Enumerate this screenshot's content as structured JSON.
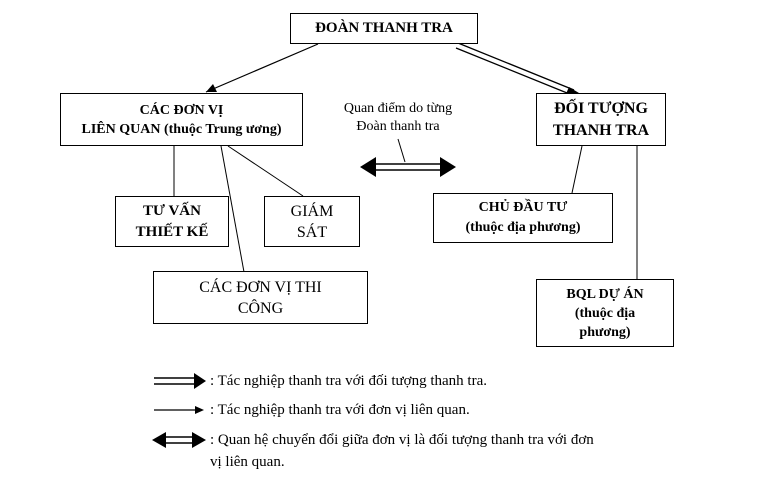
{
  "nodes": {
    "root": "ĐOÀN THANH TRA",
    "related_units": [
      "CÁC ĐƠN VỊ",
      "LIÊN QUAN (thuộc Trung ương)"
    ],
    "inspected": [
      "ĐỐI TƯỢNG",
      "THANH TRA"
    ],
    "design": [
      "TƯ VẤN",
      "THIẾT KẾ"
    ],
    "supervision": [
      "GIÁM",
      "SÁT"
    ],
    "construction": [
      "CÁC ĐƠN VỊ THI",
      "CÔNG"
    ],
    "investor": [
      "CHỦ ĐẦU TƯ",
      "(thuộc địa phương)"
    ],
    "pmb": [
      "BQL DỰ ÁN",
      "(thuộc địa",
      "phương)"
    ]
  },
  "middle_note": [
    "Quan điểm do từng",
    "Đoàn thanh tra"
  ],
  "legend": [
    {
      "arrow": "double-line-arrow",
      "text": ": Tác nghiệp thanh tra với đối tượng thanh tra."
    },
    {
      "arrow": "single-line-arrow",
      "text": ": Tác nghiệp thanh tra với đơn vị liên quan."
    },
    {
      "arrow": "two-headed-arrow",
      "text": ": Quan hệ chuyển đổi giữa đơn vị là đối tượng thanh tra với đơn",
      "text_cont": "vị liên quan."
    }
  ]
}
